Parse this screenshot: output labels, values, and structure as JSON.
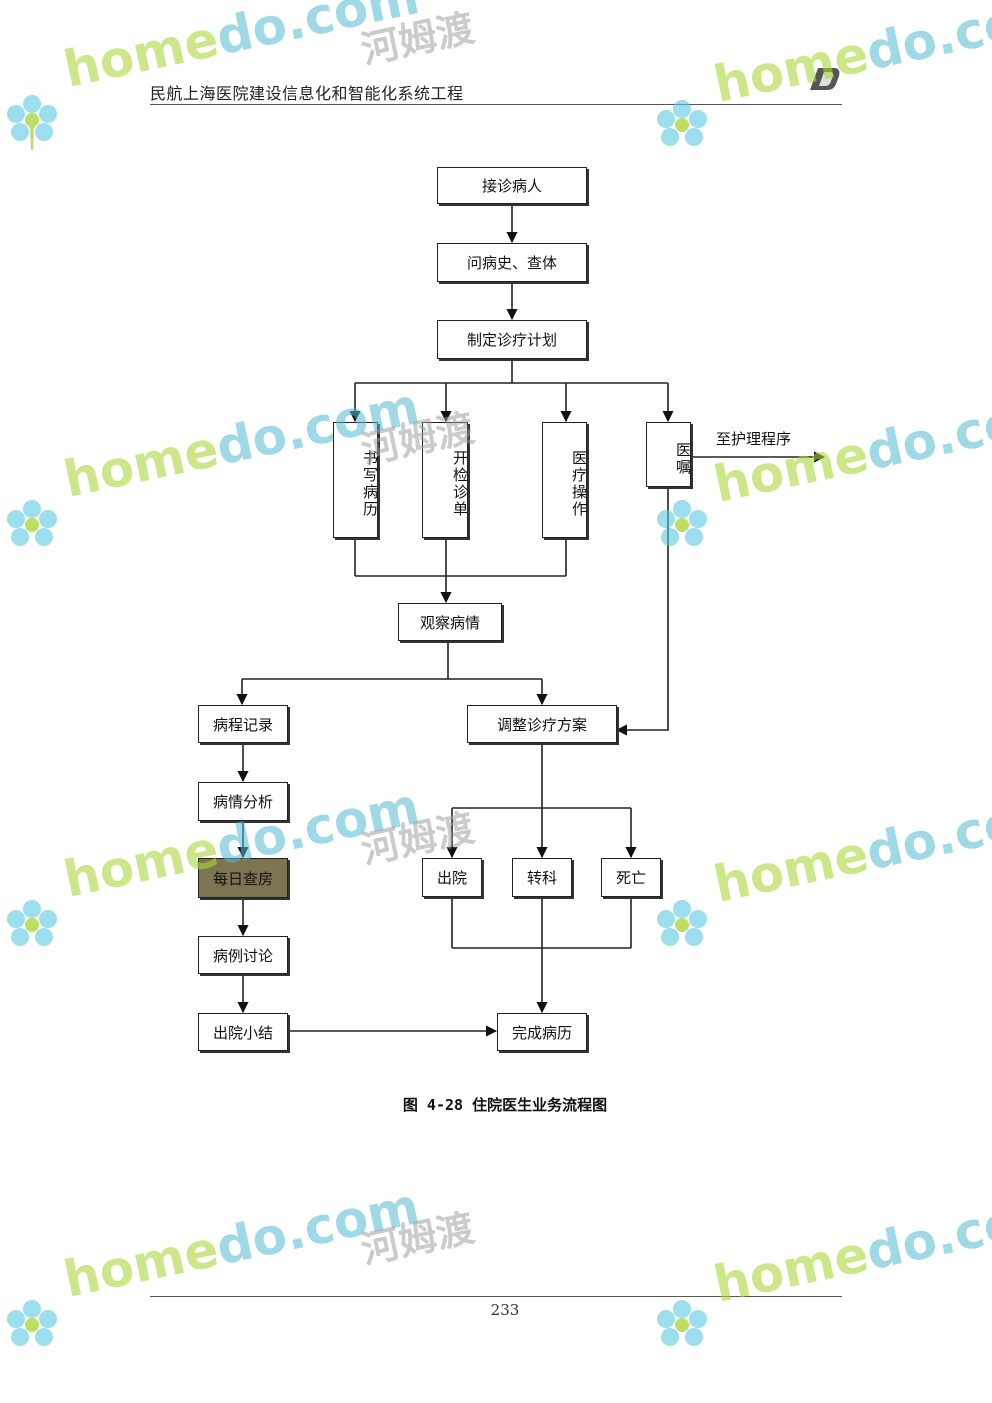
{
  "header": {
    "title": "民航上海医院建设信息化和智能化系统工程"
  },
  "footer": {
    "page_number": "233"
  },
  "figure": {
    "caption": "图 4-28 住院医生业务流程图"
  },
  "nodes": {
    "receive": "接诊病人",
    "history": "问病史、查体",
    "plan": "制定诊疗计划",
    "write_record": "书写病历",
    "exam_order": "开检诊单",
    "medical_op": "医疗操作",
    "doctor_order": "医嘱",
    "nursing": "至护理程序",
    "observe": "观察病情",
    "progress_record": "病程记录",
    "adjust_plan": "调整诊疗方案",
    "analysis": "病情分析",
    "daily_rounds": "每日查房",
    "discharge": "出院",
    "transfer": "转科",
    "death": "死亡",
    "case_discussion": "病例讨论",
    "discharge_summary": "出院小结",
    "complete_record": "完成病历"
  },
  "watermark": {
    "home": "home",
    "do": "do",
    "dotcom": ".com",
    "brand_cn": "河姆渡"
  },
  "colors": {
    "daily_rounds_fill": "#7d7452",
    "watermark_green": "#aad73c",
    "watermark_blue": "#50b9d2"
  }
}
